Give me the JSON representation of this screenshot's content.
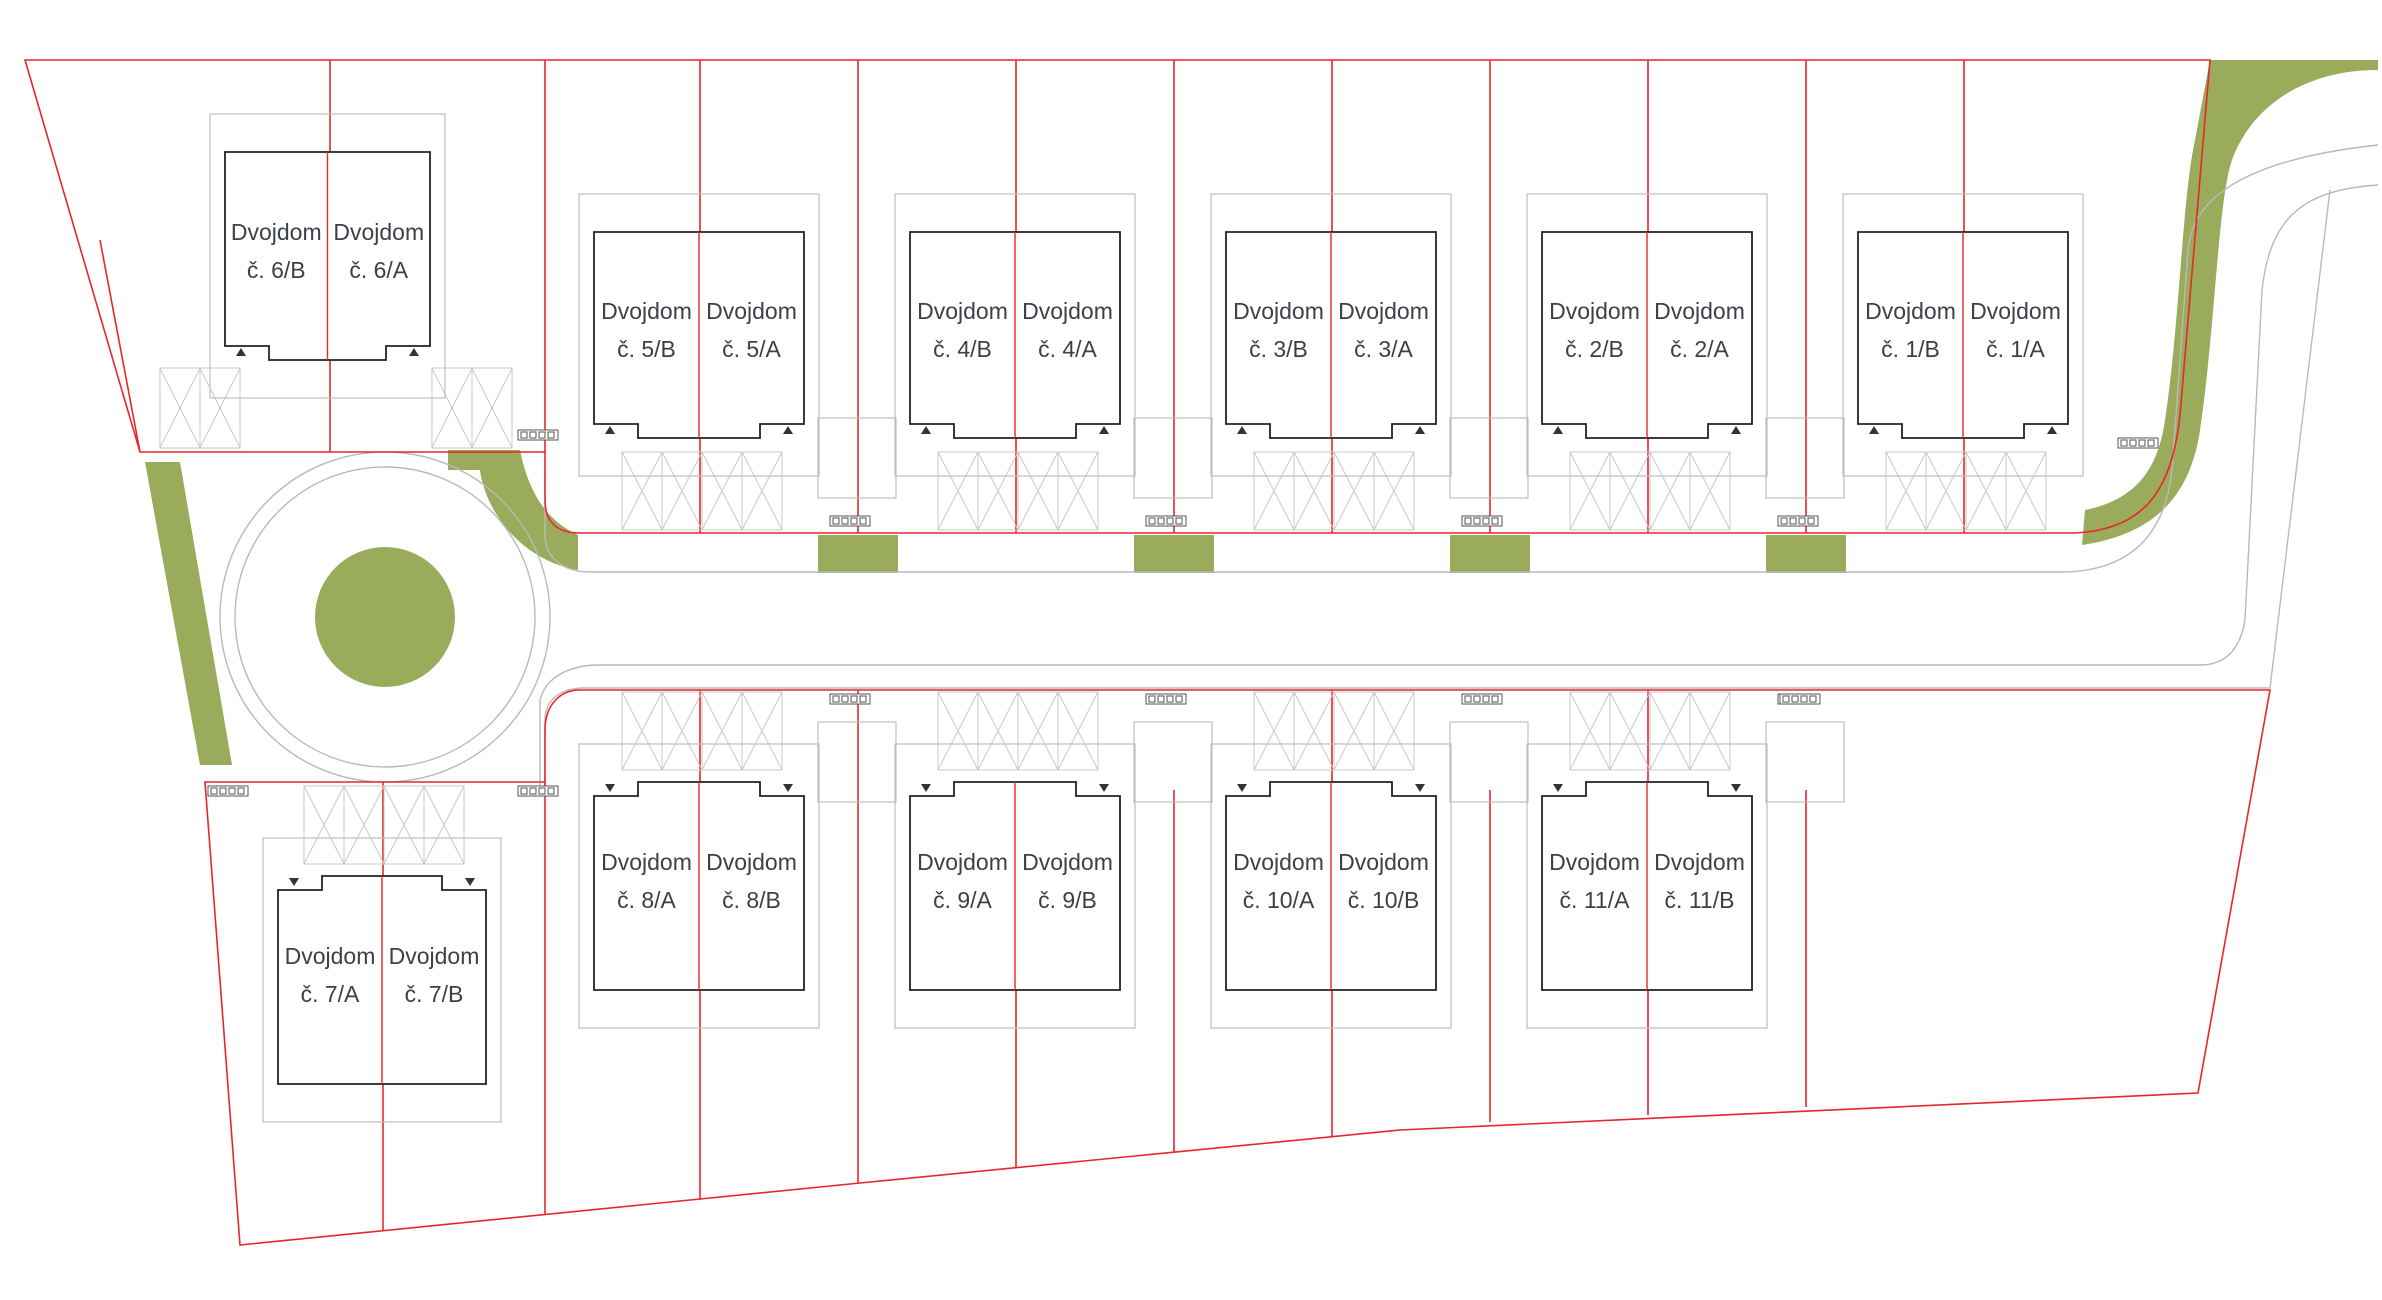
{
  "colors": {
    "plot_line": "#e8262b",
    "green": "#9aab5c",
    "house_outline": "#222222",
    "label_text": "#3c4148",
    "road_line": "#b9b9b9"
  },
  "units": [
    {
      "id": "6B",
      "word": "Dvojdom",
      "num": "č. 6/B"
    },
    {
      "id": "6A",
      "word": "Dvojdom",
      "num": "č. 6/A"
    },
    {
      "id": "5B",
      "word": "Dvojdom",
      "num": "č. 5/B"
    },
    {
      "id": "5A",
      "word": "Dvojdom",
      "num": "č. 5/A"
    },
    {
      "id": "4B",
      "word": "Dvojdom",
      "num": "č. 4/B"
    },
    {
      "id": "4A",
      "word": "Dvojdom",
      "num": "č. 4/A"
    },
    {
      "id": "3B",
      "word": "Dvojdom",
      "num": "č. 3/B"
    },
    {
      "id": "3A",
      "word": "Dvojdom",
      "num": "č. 3/A"
    },
    {
      "id": "2B",
      "word": "Dvojdom",
      "num": "č. 2/B"
    },
    {
      "id": "2A",
      "word": "Dvojdom",
      "num": "č. 2/A"
    },
    {
      "id": "1B",
      "word": "Dvojdom",
      "num": "č. 1/B"
    },
    {
      "id": "1A",
      "word": "Dvojdom",
      "num": "č. 1/A"
    },
    {
      "id": "8A",
      "word": "Dvojdom",
      "num": "č. 8/A"
    },
    {
      "id": "8B",
      "word": "Dvojdom",
      "num": "č. 8/B"
    },
    {
      "id": "9A",
      "word": "Dvojdom",
      "num": "č. 9/A"
    },
    {
      "id": "9B",
      "word": "Dvojdom",
      "num": "č. 9/B"
    },
    {
      "id": "10A",
      "word": "Dvojdom",
      "num": "č. 10/A"
    },
    {
      "id": "10B",
      "word": "Dvojdom",
      "num": "č. 10/B"
    },
    {
      "id": "11A",
      "word": "Dvojdom",
      "num": "č. 11/A"
    },
    {
      "id": "11B",
      "word": "Dvojdom",
      "num": "č. 11/B"
    },
    {
      "id": "7A",
      "word": "Dvojdom",
      "num": "č. 7/A"
    },
    {
      "id": "7B",
      "word": "Dvojdom",
      "num": "č. 7/B"
    }
  ]
}
